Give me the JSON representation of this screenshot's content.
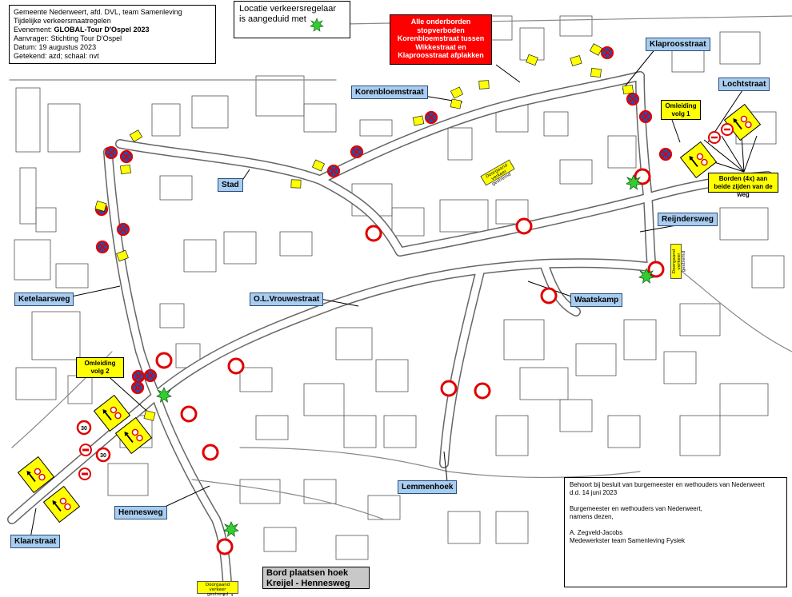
{
  "info": {
    "line1": "Gemeente Nederweert, afd. DVL, team Samenleving",
    "line2": "Tijdelijke verkeersmaatregelen",
    "event_label": "Evenement: ",
    "event_name": "GLOBAL-Tour D'Ospel 2023",
    "line4": "Aanvrager: Stichting Tour D'Ospel",
    "line5": "Datum: 19 augustus 2023",
    "line6": "Getekend: azd; schaal: nvt"
  },
  "legend": {
    "text": "Locatie verkeersregelaar is aangeduid met"
  },
  "red_notice": {
    "text": "Alle onderborden stopverboden Korenbloemstraat tussen Wikkestraat en Klaproosstraat afplakken"
  },
  "streets": {
    "klaproosstraat": "Klaproosstraat",
    "lochtstraat": "Lochtstraat",
    "korenbloemstraat": "Korenbloemstraat",
    "stad": "Stad",
    "reijndersweg": "Reijndersweg",
    "ketelaarsweg": "Ketelaarsweg",
    "olvrouwestraat": "O.L.Vrouwestraat",
    "waatskamp": "Waatskamp",
    "lemmenhoek": "Lemmenhoek",
    "hennesweg": "Hennesweg",
    "klaarstraat": "Klaarstraat"
  },
  "notes": {
    "omleiding1": "Omleiding volg 1",
    "omleiding2": "Omleiding volg 2",
    "borden": "Borden (4x) aan beide zijden van de weg",
    "doorgaand1": "Doorgaand verkeer gestremd",
    "doorgaand2": "Doorgaand verkeer gestremd",
    "doorgaand3": "Doorgaand verkeer gestremd"
  },
  "sign_text": {
    "speed30": "30"
  },
  "grey_note": {
    "text": "Bord plaatsen hoek Kreijel - Hennesweg"
  },
  "decision": {
    "line1": "Behoort bij besluit van burgemeester en wethouders van Nederweert",
    "line2": "d.d. 14 juni 2023",
    "line3": "Burgemeester en wethouders van Nederweert,",
    "line4": "namens dezen,",
    "line5": "A. Zegveld-Jacobs",
    "line6": "Medewerkster team Samenleving Fysiek"
  },
  "colors": {
    "street_label_bg": "#a9cdf0",
    "notice_red": "#ff0000",
    "note_yellow": "#ffff00",
    "regulator_green": "#33cc33",
    "sign_red": "#e00000",
    "sign_blue": "#1f4fb5"
  }
}
